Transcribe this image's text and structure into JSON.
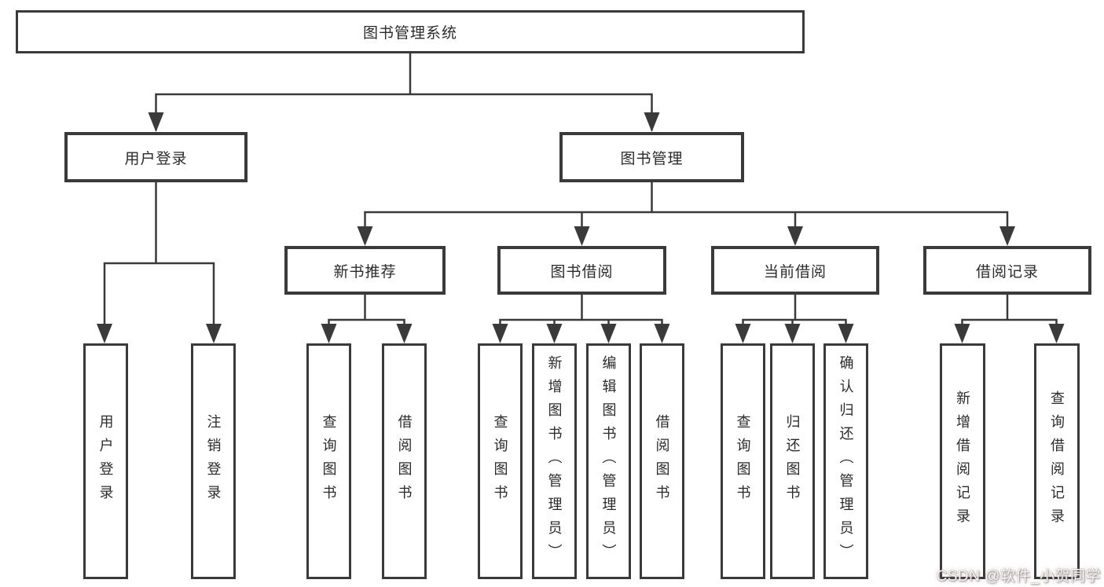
{
  "root": {
    "label": "图书管理系统"
  },
  "login": {
    "label": "用户登录",
    "children": [
      {
        "label": "用户登录"
      },
      {
        "label": "注销登录"
      }
    ]
  },
  "manage": {
    "label": "图书管理",
    "groups": [
      {
        "label": "新书推荐",
        "children": [
          {
            "label": "查询图书"
          },
          {
            "label": "借阅图书"
          }
        ]
      },
      {
        "label": "图书借阅",
        "children": [
          {
            "label": "查询图书"
          },
          {
            "label": "新增图书（管理员）"
          },
          {
            "label": "编辑图书（管理员）"
          },
          {
            "label": "借阅图书"
          }
        ]
      },
      {
        "label": "当前借阅",
        "children": [
          {
            "label": "查询图书"
          },
          {
            "label": "归还图书"
          },
          {
            "label": "确认归还（管理员）"
          }
        ]
      },
      {
        "label": "借阅记录",
        "children": [
          {
            "label": "新增借阅记录"
          },
          {
            "label": "查询借阅记录"
          }
        ]
      }
    ]
  },
  "watermark": {
    "text": "CSDN @软件_小贺同学"
  },
  "colors": {
    "line": "#3a3a3a",
    "text": "#2b2b2b",
    "background": "#ffffff"
  }
}
